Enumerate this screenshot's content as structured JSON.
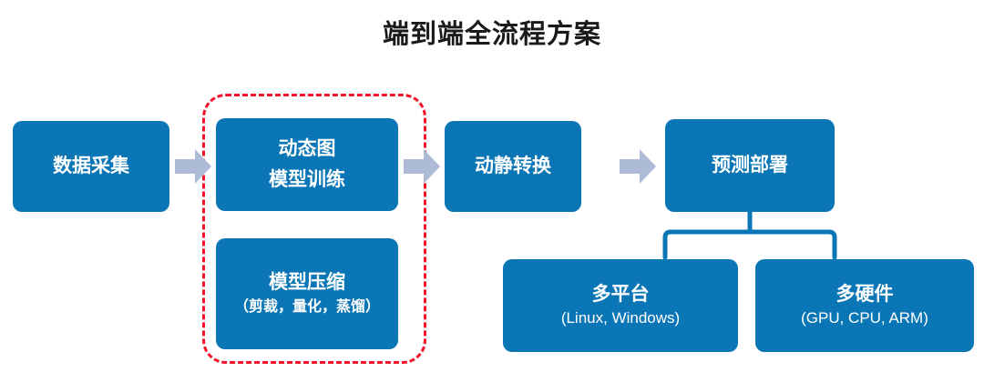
{
  "title": "端到端全流程方案",
  "colors": {
    "node_blue": "#0b76b5",
    "arrow_gray_blue": "#aebbd7",
    "highlight_red": "#f3122a",
    "bracket_blue": "#0b76b5",
    "title_text": "#1a1a1a",
    "node_text": "#ffffff",
    "background": "#ffffff"
  },
  "nodes": {
    "collect": {
      "main": "数据采集"
    },
    "train": {
      "line1": "动态图",
      "line2": "模型训练"
    },
    "compress": {
      "main": "模型压缩",
      "sub": "（剪裁，量化，蒸馏）"
    },
    "convert": {
      "main": "动静转换"
    },
    "deploy": {
      "main": "预测部署"
    },
    "platform": {
      "main": "多平台",
      "sub": "(Linux, Windows)"
    },
    "hardware": {
      "main": "多硬件",
      "sub": "(GPU, CPU, ARM)"
    }
  },
  "connectors": [
    {
      "name": "arrow-collect-to-train",
      "type": "block-arrow",
      "direction": "right"
    },
    {
      "name": "arrow-train-to-convert",
      "type": "block-arrow",
      "direction": "right"
    },
    {
      "name": "arrow-convert-to-deploy",
      "type": "block-arrow",
      "direction": "right"
    },
    {
      "name": "bracket-deploy-to-targets",
      "type": "bracket",
      "direction": "down"
    }
  ],
  "highlight": {
    "name": "dashed-highlight-region",
    "style": "dashed",
    "encloses": [
      "train",
      "compress"
    ]
  },
  "flow": [
    "数据采集",
    "动态图模型训练 / 模型压缩",
    "动静转换",
    "预测部署",
    "多平台 / 多硬件"
  ]
}
